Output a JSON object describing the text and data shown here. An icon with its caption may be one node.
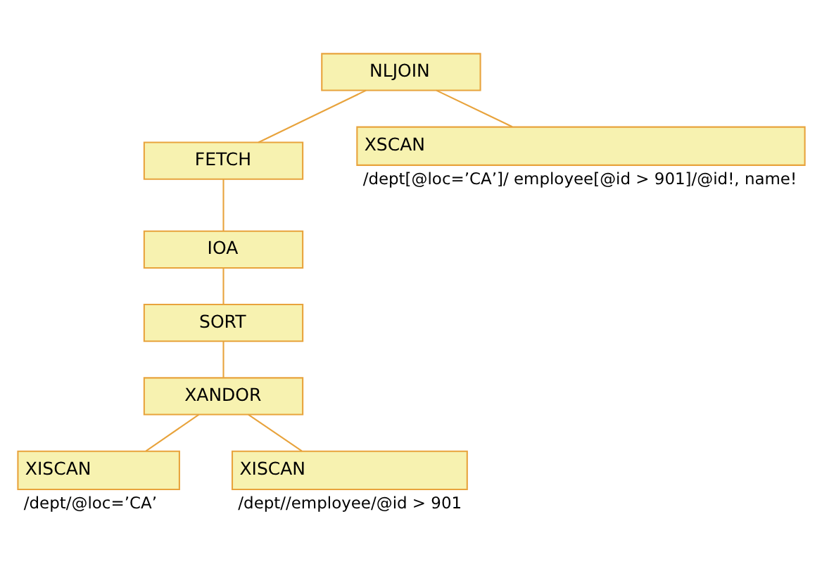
{
  "diagram": {
    "nodes": [
      {
        "text": [
          "NLJOIN"
        ]
      },
      {
        "text": [
          "FETCH"
        ]
      },
      {
        "text": [
          "XSCAN"
        ],
        "beside": [
          "/dept[@loc=’CA’]/ employee[@id > 901]/@id!, name!"
        ]
      },
      {
        "text": [
          "IOA"
        ]
      },
      {
        "text": [
          "SORT"
        ]
      },
      {
        "text": [
          "XANDOR"
        ]
      },
      {
        "text": [
          "XISCAN"
        ],
        "beside": [
          "/dept/@loc=’CA’"
        ]
      },
      {
        "text": [
          "XISCAN"
        ],
        "beside": [
          "/dept//employee/@id > 901"
        ]
      }
    ],
    "edges": [
      {
        "from": 0,
        "to": 1,
        "arrow": "none"
      },
      {
        "from": 0,
        "to": 2,
        "arrow": "none"
      },
      {
        "from": 1,
        "to": 3,
        "arrow": "none"
      },
      {
        "from": 3,
        "to": 4,
        "arrow": "none"
      },
      {
        "from": 4,
        "to": 5,
        "arrow": "none"
      },
      {
        "from": 5,
        "to": 6,
        "arrow": "none"
      },
      {
        "from": 5,
        "to": 7,
        "arrow": "none"
      }
    ]
  }
}
